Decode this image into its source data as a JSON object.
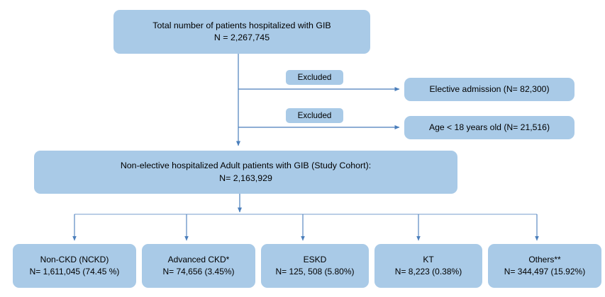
{
  "diagram": {
    "title": "GIB hospitalization cohort selection flowchart",
    "accent_color": "#a9cae7",
    "connector_color": "#4a7ebb",
    "text_color": "#000000",
    "background": "#ffffff"
  },
  "nodes": {
    "total": {
      "line1": "Total number of patients hospitalized with GIB",
      "line2": "N = 2,267,745"
    },
    "excluded_1": {
      "label": "Excluded"
    },
    "excluded_2": {
      "label": "Excluded"
    },
    "elective": {
      "line1": "Elective admission (N= 82,300)"
    },
    "age": {
      "line1": "Age < 18 years old (N= 21,516)"
    },
    "cohort": {
      "line1": "Non-elective  hospitalized Adult patients with GIB (Study Cohort):",
      "line2": "N= 2,163,929"
    },
    "nckd": {
      "line1": "Non-CKD (NCKD)",
      "line2": "N= 1,611,045 (74.45 %)"
    },
    "advckd": {
      "line1": "Advanced CKD*",
      "line2": "N= 74,656 (3.45%)"
    },
    "eskd": {
      "line1": "ESKD",
      "line2": "N= 125, 508 (5.80%)"
    },
    "kt": {
      "line1": "KT",
      "line2": "N= 8,223 (0.38%)"
    },
    "others": {
      "line1": "Others**",
      "line2": "N= 344,497 (15.92%)"
    }
  },
  "chart_data": {
    "type": "diagram",
    "title": "GIB hospitalization cohort selection flowchart",
    "nodes": [
      {
        "id": "total",
        "label": "Total number of patients hospitalized with GIB",
        "n": 2267745
      },
      {
        "id": "excluded_1",
        "label": "Excluded"
      },
      {
        "id": "elective",
        "label": "Elective admission",
        "n": 82300
      },
      {
        "id": "excluded_2",
        "label": "Excluded"
      },
      {
        "id": "age",
        "label": "Age < 18 years old",
        "n": 21516
      },
      {
        "id": "cohort",
        "label": "Non-elective hospitalized Adult patients with GIB (Study Cohort)",
        "n": 2163929
      },
      {
        "id": "nckd",
        "label": "Non-CKD (NCKD)",
        "n": 1611045,
        "pct": 74.45
      },
      {
        "id": "advckd",
        "label": "Advanced CKD*",
        "n": 74656,
        "pct": 3.45
      },
      {
        "id": "eskd",
        "label": "ESKD",
        "n": 125508,
        "pct": 5.8
      },
      {
        "id": "kt",
        "label": "KT",
        "n": 8223,
        "pct": 0.38
      },
      {
        "id": "others",
        "label": "Others**",
        "n": 344497,
        "pct": 15.92
      }
    ],
    "edges": [
      {
        "from": "total",
        "to": "elective",
        "via": "excluded_1"
      },
      {
        "from": "total",
        "to": "age",
        "via": "excluded_2"
      },
      {
        "from": "total",
        "to": "cohort"
      },
      {
        "from": "cohort",
        "to": "nckd"
      },
      {
        "from": "cohort",
        "to": "advckd"
      },
      {
        "from": "cohort",
        "to": "eskd"
      },
      {
        "from": "cohort",
        "to": "kt"
      },
      {
        "from": "cohort",
        "to": "others"
      }
    ]
  }
}
